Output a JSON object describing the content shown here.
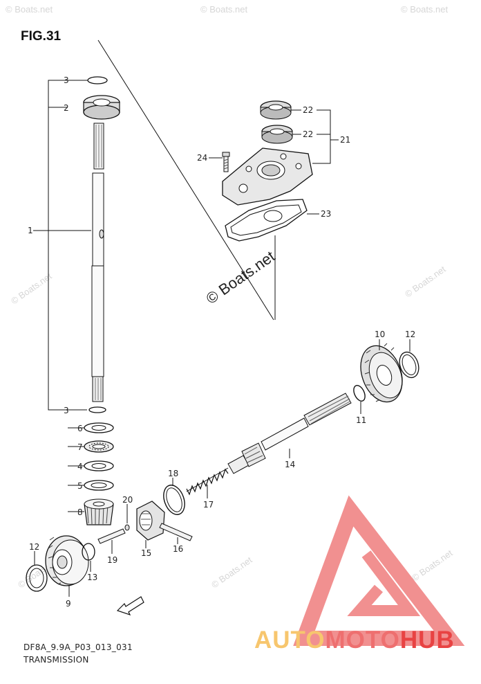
{
  "figure": {
    "title": "FIG.31"
  },
  "footer": {
    "code": "DF8A_9.9A_P03_013_031",
    "name": "TRANSMISSION"
  },
  "watermark": {
    "main": "© Boats.net",
    "repeat": "© Boats.net"
  },
  "logo": {
    "part1": "AUTO",
    "part2": "MOTO",
    "part3": "HUB",
    "colors": {
      "auto": "#f7c66e",
      "moto": "#ee6f6f",
      "hub": "#e84343",
      "triangle": "#ef7d7d"
    }
  },
  "callouts": {
    "c1": "1",
    "c2": "2",
    "c3a": "3",
    "c3b": "3",
    "c4": "4",
    "c5": "5",
    "c6": "6",
    "c7": "7",
    "c8": "8",
    "c9": "9",
    "c10": "10",
    "c11": "11",
    "c12a": "12",
    "c12b": "12",
    "c13": "13",
    "c14": "14",
    "c15": "15",
    "c16": "16",
    "c17": "17",
    "c18": "18",
    "c19": "19",
    "c20": "20",
    "c21": "21",
    "c22a": "22",
    "c22b": "22",
    "c23": "23",
    "c24": "24"
  }
}
